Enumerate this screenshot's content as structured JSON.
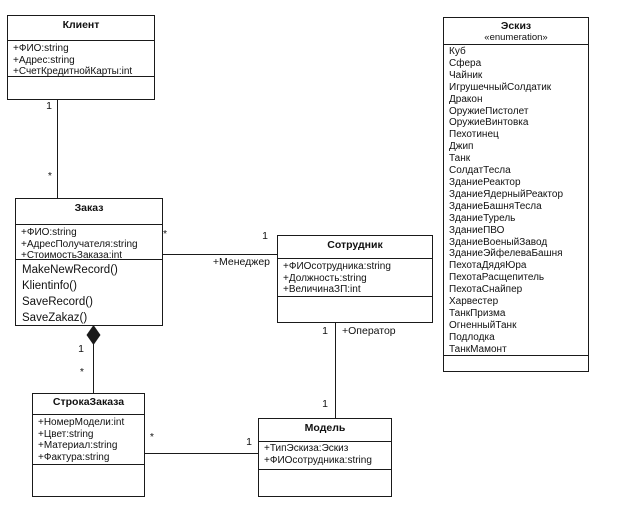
{
  "diagram": {
    "background_color": "#ffffff",
    "line_color": "#1a1a1a",
    "text_color": "#111111"
  },
  "classes": {
    "klient": {
      "name": "Клиент",
      "attributes": [
        "+ФИО:string",
        "+Адрес:string",
        "+СчетКредитнойКарты:int"
      ],
      "operations": []
    },
    "zakaz": {
      "name": "Заказ",
      "attributes": [
        "+ФИО:string",
        "+АдресПолучателя:string",
        "+СтоимостьЗаказа:int"
      ],
      "operations": [
        "MakeNewRecord()",
        "Klientinfo()",
        "SaveRecord()",
        "SaveZakaz()"
      ]
    },
    "stroka_zakaza": {
      "name": "СтрокаЗаказа",
      "attributes": [
        "+НомерМодели:int",
        "+Цвет:string",
        "+Материал:string",
        "+Фактура:string"
      ],
      "operations": []
    },
    "sotrudnik": {
      "name": "Сотрудник",
      "attributes": [
        "+ФИОсотрудника:string",
        "+Должность:string",
        "+ВеличинаЗП:int"
      ],
      "operations": []
    },
    "model": {
      "name": "Модель",
      "attributes": [
        "+ТипЭскиза:Эскиз",
        "+ФИОсотрудника:string"
      ],
      "operations": []
    },
    "eskiz": {
      "name": "Эскиз",
      "stereotype": "«enumeration»",
      "values": [
        "Куб",
        "Сфера",
        "Чайник",
        "ИгрушечныйСолдатик",
        "Дракон",
        "ОружиеПистолет",
        "ОружиеВинтовка",
        "Пехотинец",
        "Джип",
        "Танк",
        "СолдатТесла",
        "ЗданиеРеактор",
        "ЗданиеЯдерныйРеактор",
        "ЗданиеБашняТесла",
        "ЗданиеТурель",
        "ЗданиеПВО",
        "ЗданиеВоеныйЗавод",
        "ЗданиеЭйфелеваБашня",
        "ПехотаДядяЮра",
        "ПехотаРасщепитель",
        "ПехотаСнайпер",
        "Харвестер",
        "ТанкПризма",
        "ОгненныйТанк",
        "Подлодка",
        "ТанкМамонт"
      ]
    }
  },
  "relationships": {
    "klient_zakaz": {
      "type": "association",
      "klient_end": "1",
      "zakaz_end": "*"
    },
    "zakaz_sotrudnik": {
      "type": "association",
      "zakaz_end": "*",
      "sotrudnik_end": "1",
      "sotrudnik_role": "+Менеджер"
    },
    "zakaz_stroka_zakaza": {
      "type": "composition",
      "zakaz_end": "1",
      "stroka_end": "*"
    },
    "sotrudnik_model": {
      "type": "association",
      "sotrudnik_end": "1",
      "sotrudnik_role": "+Оператор",
      "model_end": "1"
    },
    "stroka_model": {
      "type": "association",
      "stroka_end": "*",
      "model_end": "1"
    }
  }
}
